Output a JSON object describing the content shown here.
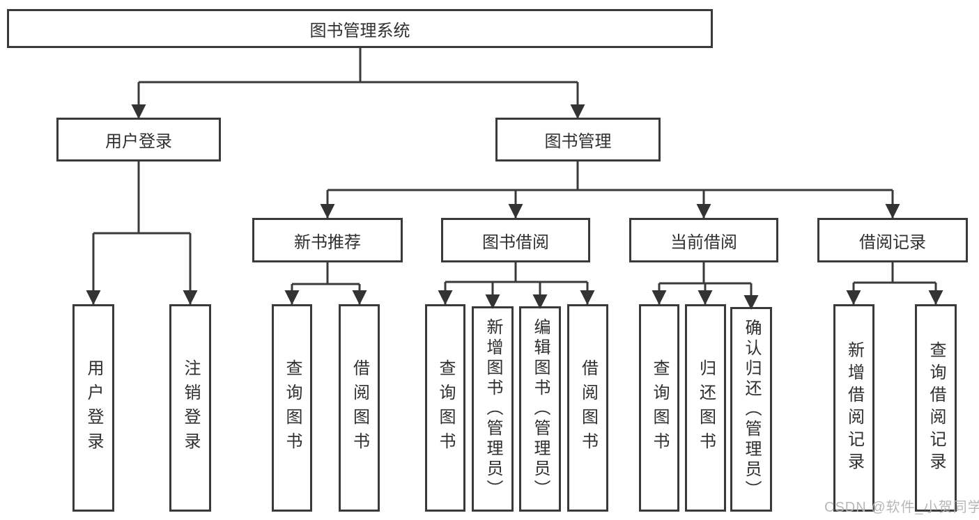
{
  "tree": {
    "label": "图书管理系统",
    "children": [
      {
        "label": "用户登录",
        "children": [
          {
            "label": "用户登录"
          },
          {
            "label": "注销登录"
          }
        ]
      },
      {
        "label": "图书管理",
        "children": [
          {
            "label": "新书推荐",
            "children": [
              {
                "label": "查询图书"
              },
              {
                "label": "借阅图书"
              }
            ]
          },
          {
            "label": "图书借阅",
            "children": [
              {
                "label": "查询图书"
              },
              {
                "label": "新增图书（管理员）"
              },
              {
                "label": "编辑图书（管理员）"
              },
              {
                "label": "借阅图书"
              }
            ]
          },
          {
            "label": "当前借阅",
            "children": [
              {
                "label": "查询图书"
              },
              {
                "label": "归还图书"
              },
              {
                "label": "确认归还（管理员）"
              }
            ]
          },
          {
            "label": "借阅记录",
            "children": [
              {
                "label": "新增借阅记录"
              },
              {
                "label": "查询借阅记录"
              }
            ]
          }
        ]
      }
    ]
  },
  "watermark": {
    "text": "CSDN @软件_小贺同学"
  },
  "colors": {
    "line": "#3a3a3a",
    "box_border": "#3a3a3a",
    "box_fill": "#ffffff",
    "text": "#2f2f2f",
    "watermark": "#b4b4b6",
    "background": "#ffffff"
  }
}
